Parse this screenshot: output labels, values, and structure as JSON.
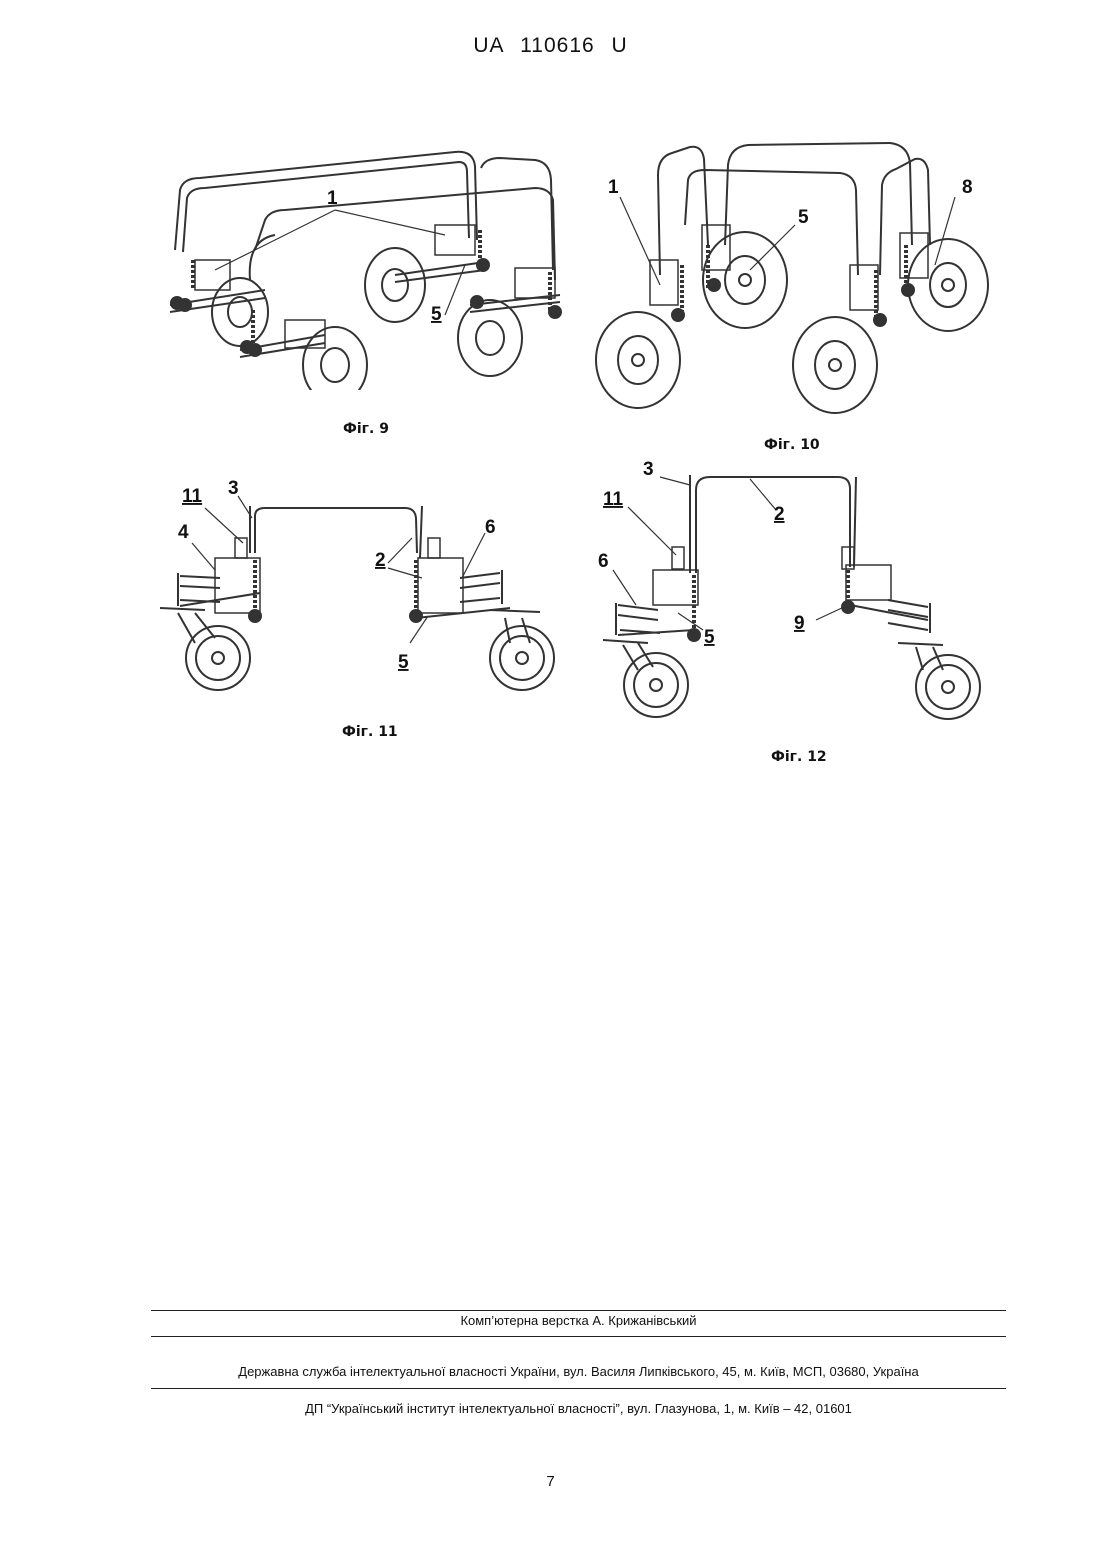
{
  "header": {
    "patent_number": "UA   110616   U"
  },
  "figures": [
    {
      "caption": "Фіг. 9",
      "labels": [
        "1",
        "5"
      ]
    },
    {
      "caption": "Фіг. 10",
      "labels": [
        "1",
        "5",
        "8"
      ]
    },
    {
      "caption": "Фіг. 11",
      "labels": [
        "11",
        "3",
        "4",
        "2",
        "6",
        "5"
      ]
    },
    {
      "caption": "Фіг. 12",
      "labels": [
        "3",
        "2",
        "11",
        "6",
        "5",
        "9"
      ]
    }
  ],
  "footer": {
    "typesetting": "Комп’ютерна верстка А. Крижанівський",
    "agency": "Державна служба інтелектуальної власності України, вул. Василя Липківського, 45, м. Київ, МСП, 03680, Україна",
    "institute": "ДП “Український інститут інтелектуальної власності”, вул. Глазунова, 1, м. Київ – 42, 01601"
  },
  "page_number": "7"
}
